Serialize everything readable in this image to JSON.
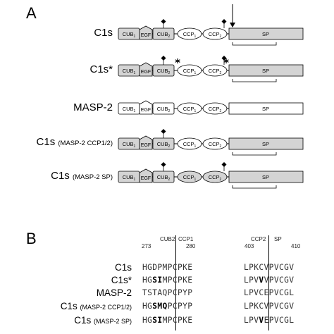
{
  "panels": {
    "a": "A",
    "b": "B"
  },
  "colors": {
    "gray": "#d4d4d4",
    "white": "#ffffff",
    "stroke": "#000000"
  },
  "domain_labels": {
    "cub1": [
      "CUB",
      "1"
    ],
    "egf": "EGF",
    "cub2": [
      "CUB",
      "2"
    ],
    "ccp1": [
      "CCP",
      "1"
    ],
    "ccp2": [
      "CCP",
      "2"
    ],
    "sp": "SP"
  },
  "rows": [
    {
      "label": "C1s",
      "sub": "",
      "fill": "gray",
      "ccp_fill": "white",
      "lollipops": [
        "cub2",
        "ccp2"
      ],
      "arrow": true,
      "stars": [],
      "sp_bracket": true
    },
    {
      "label": "C1s*",
      "sub": "",
      "fill": "gray",
      "ccp_fill": "white",
      "lollipops": [
        "cub2",
        "ccp2"
      ],
      "arrow": false,
      "stars": [
        "cub2-ccp1",
        "ccp2-sp"
      ],
      "sp_bracket": true
    },
    {
      "label": "MASP-2",
      "sub": "",
      "fill": "white",
      "ccp_fill": "white",
      "lollipops": [],
      "arrow": false,
      "stars": [],
      "sp_bracket": false
    },
    {
      "label": "C1s",
      "sub": "(MASP-2 CCP1/2)",
      "fill": "gray",
      "ccp_fill": "white",
      "lollipops": [
        "cub2"
      ],
      "arrow": false,
      "stars": [],
      "sp_bracket": true
    },
    {
      "label": "C1s",
      "sub": "(MASP-2 SP)",
      "fill": "gray",
      "ccp_fill": "gray",
      "lollipops": [
        "cub2",
        "ccp2"
      ],
      "arrow": false,
      "stars": [],
      "sp_bracket": true
    }
  ],
  "alignment": {
    "header_left": {
      "num_start": "273",
      "num_mid": "280",
      "junction_a": "CUB2",
      "junction_b": "CCP1"
    },
    "header_right": {
      "num_start": "403",
      "num_end": "410",
      "junction_a": "CCP2",
      "junction_b": "SP"
    },
    "rows": [
      {
        "label": "C1s",
        "sub": "",
        "left": [
          [
            "HGDPMP",
            false
          ],
          [
            "CPKE",
            false
          ]
        ],
        "right": [
          [
            "LPKC",
            false
          ],
          [
            "VPVCGV",
            false
          ]
        ]
      },
      {
        "label": "C1s*",
        "sub": "",
        "left": [
          [
            "HG",
            false
          ],
          [
            "SI",
            true
          ],
          [
            "MP",
            false
          ],
          [
            "CPKE",
            false
          ]
        ],
        "right": [
          [
            "LPV",
            false
          ],
          [
            "V",
            true
          ],
          [
            "VPVCGV",
            false
          ]
        ]
      },
      {
        "label": "MASP-2",
        "sub": "",
        "left": [
          [
            "TSTAQP",
            false
          ],
          [
            "CPYP",
            false
          ]
        ],
        "right": [
          [
            "LPVC",
            false
          ],
          [
            "EPVCGL",
            false
          ]
        ]
      },
      {
        "label": "C1s",
        "sub": "(MASP-2 CCP1/2)",
        "left": [
          [
            "HG",
            false
          ],
          [
            "SMQ",
            true
          ],
          [
            "P",
            false
          ],
          [
            "CPYP",
            false
          ]
        ],
        "right": [
          [
            "LPKC",
            false
          ],
          [
            "VPVCGV",
            false
          ]
        ]
      },
      {
        "label": "C1s",
        "sub": "(MASP-2 SP)",
        "left": [
          [
            "HG",
            false
          ],
          [
            "SI",
            true
          ],
          [
            "MP",
            false
          ],
          [
            "CPKE",
            false
          ]
        ],
        "right": [
          [
            "LPV",
            false
          ],
          [
            "V",
            true
          ],
          [
            "EPVCGL",
            false
          ]
        ]
      }
    ]
  }
}
